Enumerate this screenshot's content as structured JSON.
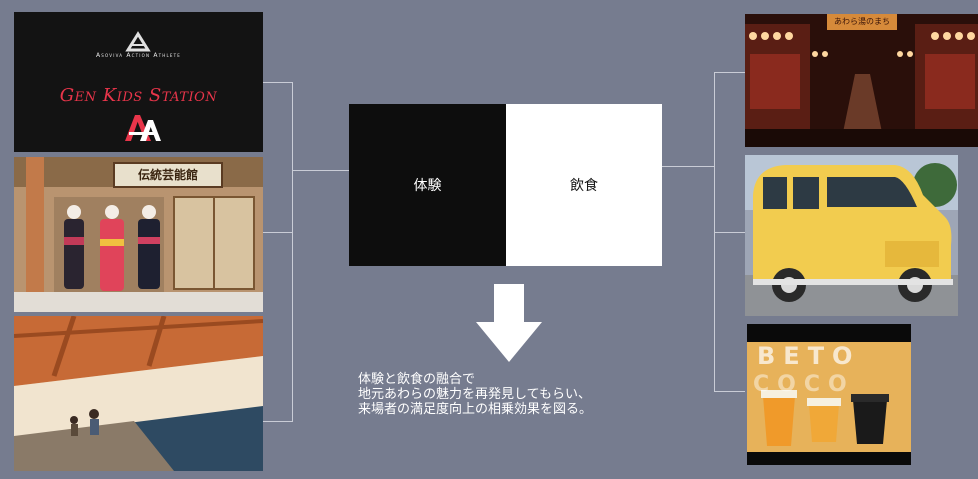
{
  "logo": {
    "tagline": "Asoviva Action Athlete",
    "brand": "Gen Kids Station",
    "emblem": "AAA"
  },
  "photos": {
    "geisha_sign": "伝統芸能館",
    "street_sign": "あわら湯のまち",
    "coffee_sign_line1": "BETO",
    "coffee_sign_line2": "COCO"
  },
  "center": {
    "left_label": "体験",
    "right_label": "飲食"
  },
  "caption": {
    "line1": "体験と飲食の融合で",
    "line2": "地元あわらの魅力を再発見してもらい、",
    "line3": "来場者の満足度向上の相乗効果を図る。"
  },
  "colors": {
    "background": "#767c8f",
    "brand_red": "#e8354a",
    "van_yellow": "#f2cc4f"
  }
}
